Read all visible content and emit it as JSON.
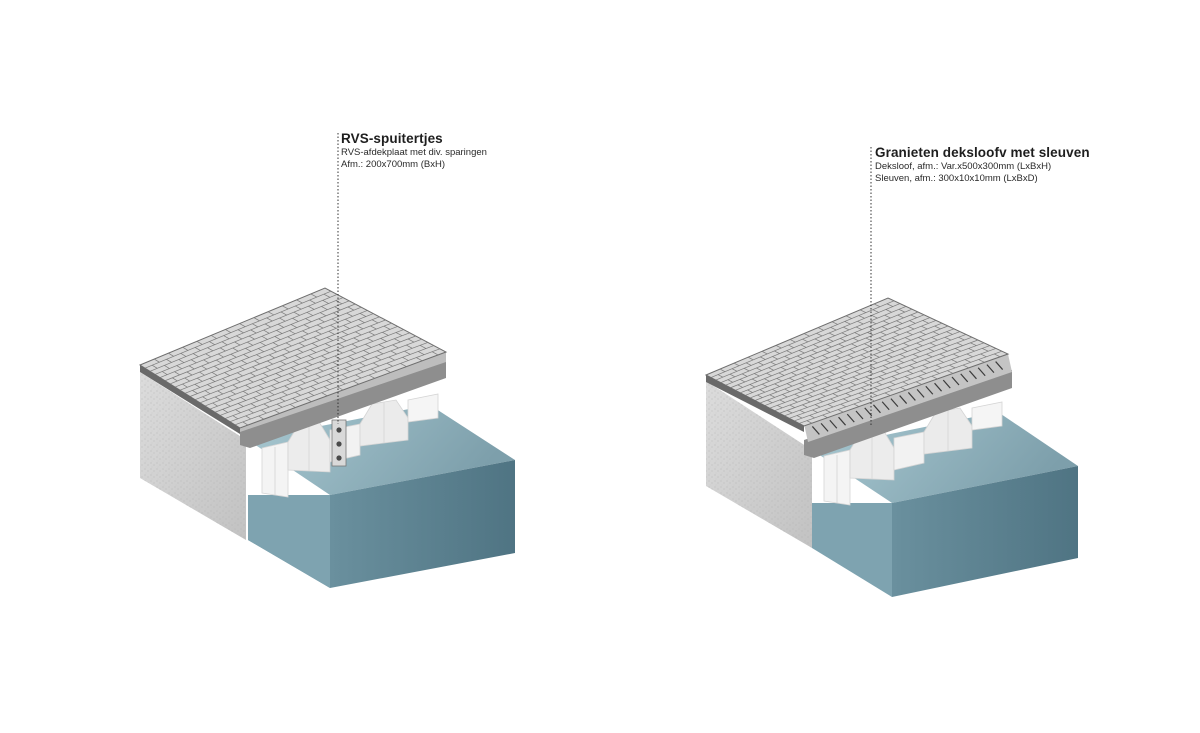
{
  "annotations": {
    "left": {
      "title": "RVS-spuitertjes",
      "lines": [
        "RVS-afdekplaat met div. sparingen",
        "Afm.: 200x700mm (BxH)"
      ]
    },
    "right": {
      "title": "Granieten deksloofv  met sleuven",
      "lines": [
        "Deksloof, afm.: Var.x500x300mm (LxBxH)",
        "Sleuven, afm.: 300x10x10mm (LxBxD)"
      ]
    }
  },
  "colors": {
    "paving_light": "#e6e6e6",
    "paving_mid": "#bdbdbd",
    "paving_dark": "#5a5a5a",
    "wall_concrete": "#cfcfcf",
    "coping": "#9a9a9a",
    "sheet_piles": "#f2f2f2",
    "water_top": "#a9c6cf",
    "water_front": "#5f8594",
    "water_side": "#486b79"
  }
}
